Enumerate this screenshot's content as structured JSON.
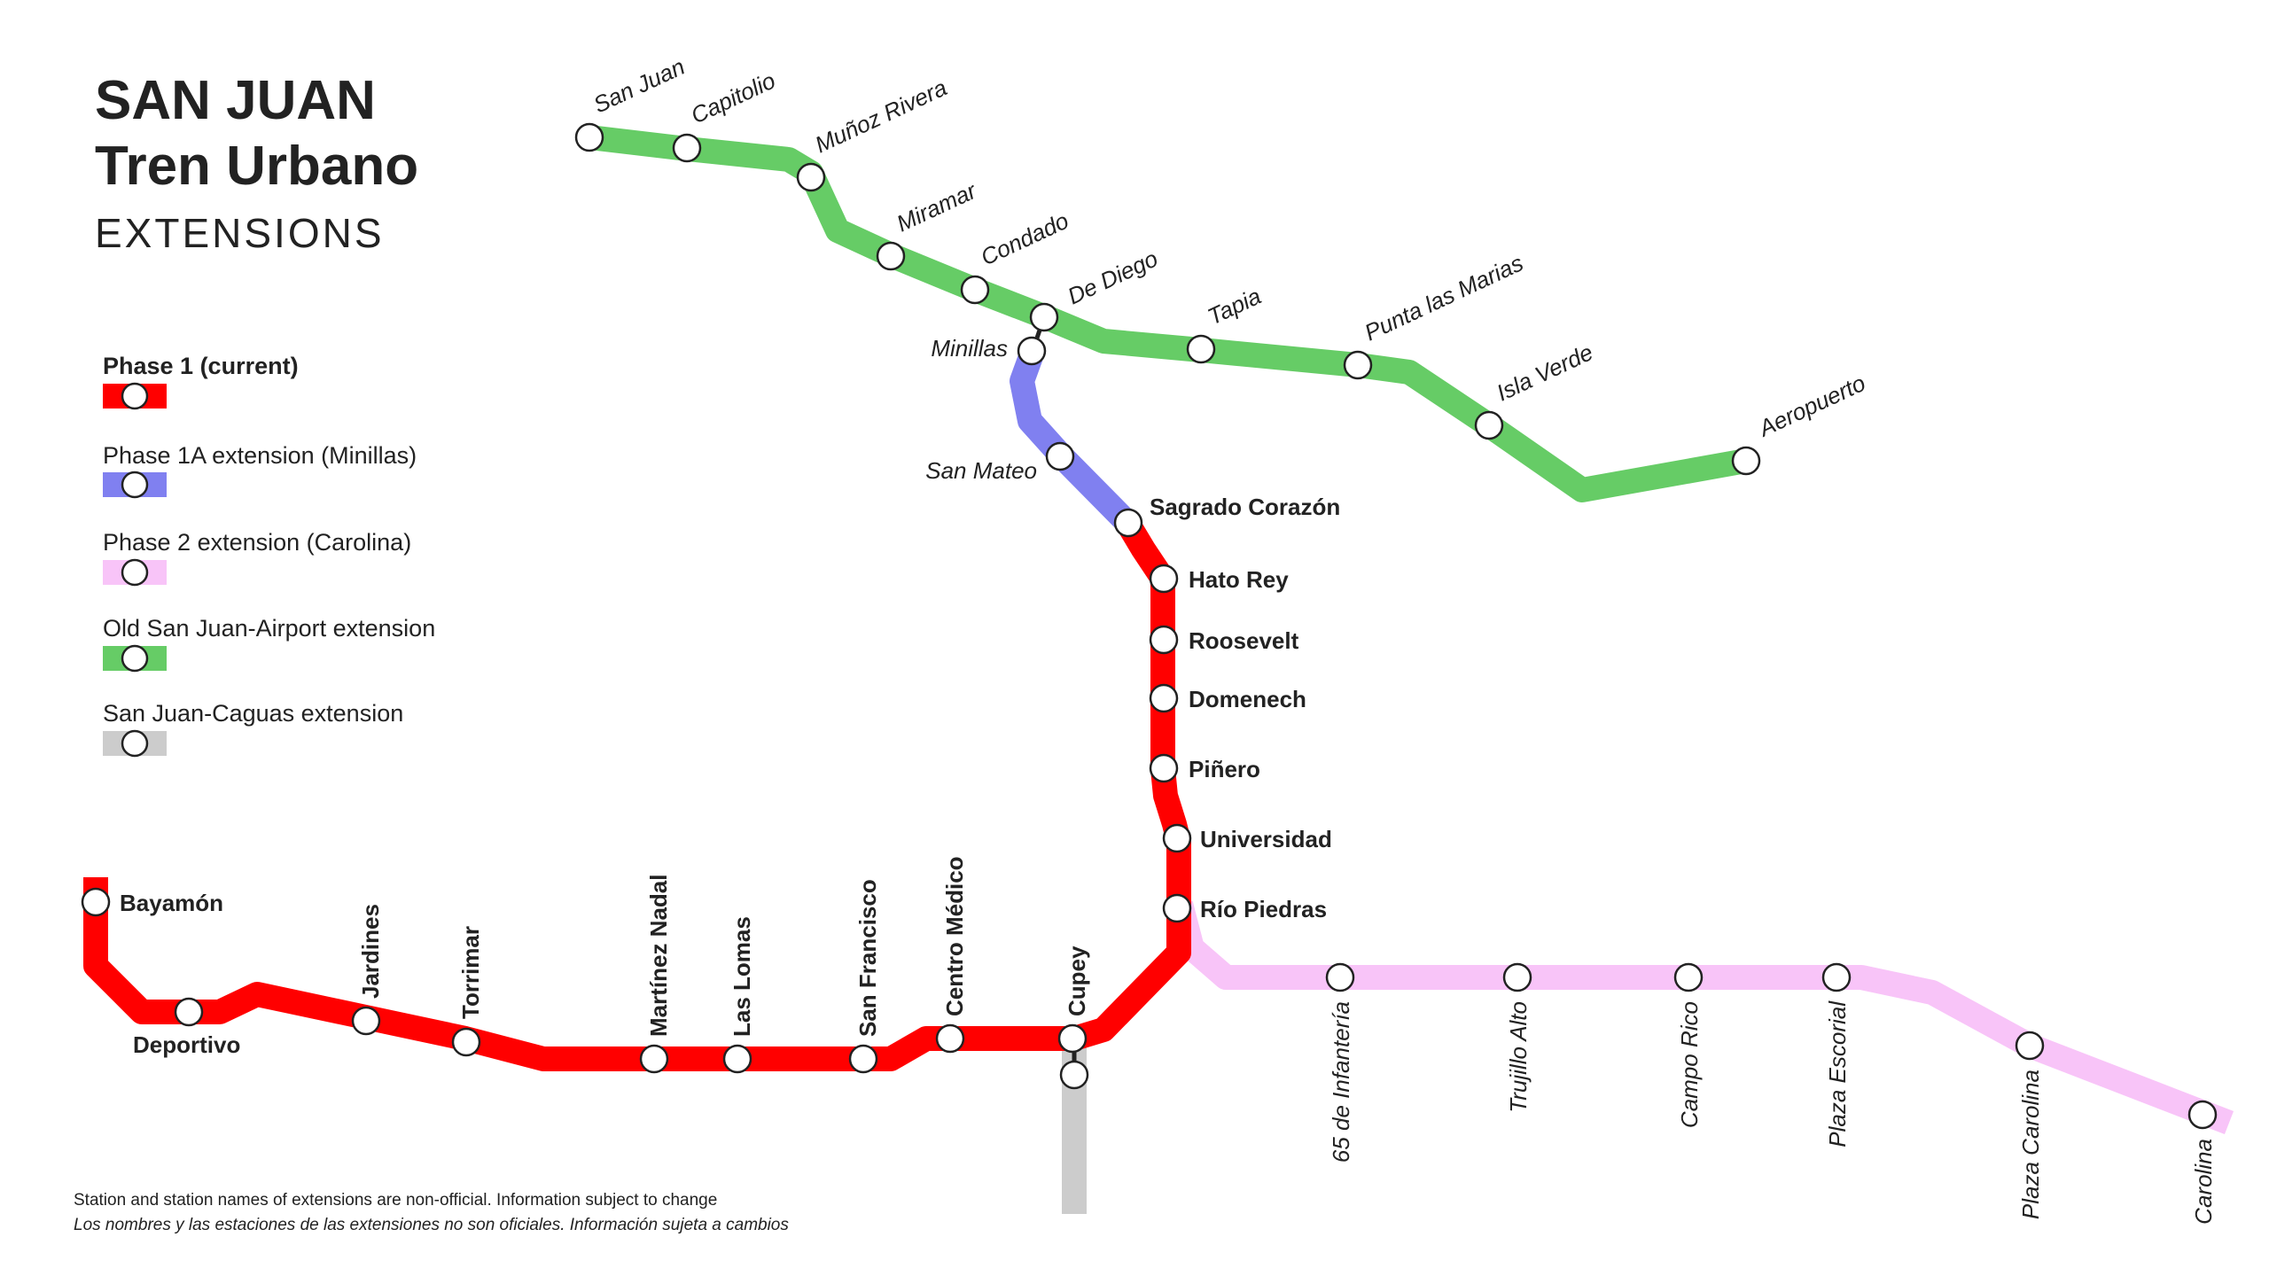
{
  "title": {
    "line1": "SAN JUAN",
    "line2": "Tren Urbano",
    "subtitle": "EXTENSIONS"
  },
  "legend": [
    {
      "key": "phase1",
      "label": "Phase 1 (current)",
      "color": "#ff0000",
      "bold": true
    },
    {
      "key": "phase1a",
      "label": "Phase 1A extension (Minillas)",
      "color": "#8080f0",
      "bold": false
    },
    {
      "key": "phase2",
      "label": "Phase 2 extension (Carolina)",
      "color": "#f8c4f8",
      "bold": false
    },
    {
      "key": "airport",
      "label": "Old San Juan-Airport extension",
      "color": "#66cc66",
      "bold": false
    },
    {
      "key": "caguas",
      "label": "San Juan-Caguas extension",
      "color": "#cccccc",
      "bold": false
    }
  ],
  "lines": {
    "phase1": {
      "color": "#ff0000",
      "stations": [
        "Bayamón",
        "Deportivo",
        "Jardines",
        "Torrimar",
        "Martínez Nadal",
        "Las Lomas",
        "San Francisco",
        "Centro Médico",
        "Cupey",
        "Río Piedras",
        "Universidad",
        "Piñero",
        "Domenech",
        "Roosevelt",
        "Hato Rey",
        "Sagrado Corazón"
      ]
    },
    "phase1a": {
      "color": "#8080f0",
      "stations": [
        "San Mateo",
        "Minillas"
      ]
    },
    "airport": {
      "color": "#66cc66",
      "stations": [
        "San Juan",
        "Capitolio",
        "Muñoz Rivera",
        "Miramar",
        "Condado",
        "De Diego",
        "Tapia",
        "Punta las Marias",
        "Isla Verde",
        "Aeropuerto"
      ]
    },
    "phase2": {
      "color": "#f8c4f8",
      "stations": [
        "65 de Infantería",
        "Trujillo Alto",
        "Campo Rico",
        "Plaza Escorial",
        "Plaza Carolina",
        "Carolina"
      ]
    },
    "caguas": {
      "color": "#cccccc",
      "stations": []
    }
  },
  "notes": {
    "en": "Station and station names of extensions are non-official. Information subject to change",
    "es": "Los nombres y las estaciones de las extensiones no son oficiales. Información sujeta a cambios"
  }
}
